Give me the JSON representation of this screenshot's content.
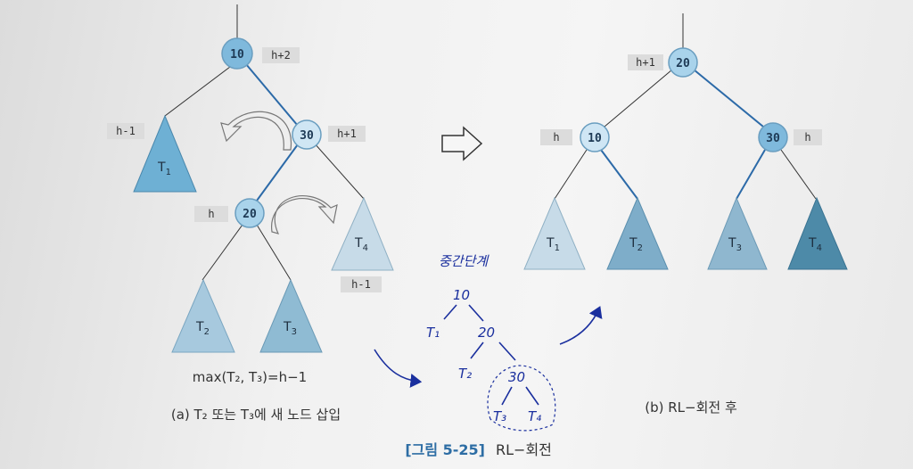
{
  "left_tree": {
    "nodes": {
      "n10": "10",
      "n30": "30",
      "n20": "20"
    },
    "labels": {
      "h10": "h+2",
      "t1": "h-1",
      "h30": "h+1",
      "h20": "h",
      "t4": "h-1"
    },
    "subtrees": {
      "T1": "T",
      "T1sub": "1",
      "T2": "T",
      "T2sub": "2",
      "T3": "T",
      "T3sub": "3",
      "T4": "T",
      "T4sub": "4"
    },
    "formula": "max(T₂, T₃)=h−1",
    "caption": "(a) T₂ 또는 T₃에 새 노드 삽입"
  },
  "right_tree": {
    "nodes": {
      "n20": "20",
      "n10": "10",
      "n30": "30"
    },
    "labels": {
      "h20": "h+1",
      "h10": "h",
      "h30": "h"
    },
    "subtrees": {
      "T1": "T",
      "T1sub": "1",
      "T2": "T",
      "T2sub": "2",
      "T3": "T",
      "T3sub": "3",
      "T4": "T",
      "T4sub": "4"
    },
    "caption": "(b) RL−회전 후"
  },
  "handwritten": {
    "title": "중간단계",
    "n10": "10",
    "n20": "20",
    "n30": "30",
    "T1": "T₁",
    "T2": "T₂",
    "T3": "T₃",
    "T4": "T₄"
  },
  "figure_caption": {
    "number": "[그림 5-25]",
    "title": "RL−회전"
  },
  "colors": {
    "node_fill": "#a9d3eb",
    "triangle_light": "#c7dbe8",
    "triangle_mid": "#8fb7cf",
    "triangle_dark": "#4d8aa8",
    "handwriting": "#1a2f9e",
    "caption_accent": "#2d6da4"
  }
}
